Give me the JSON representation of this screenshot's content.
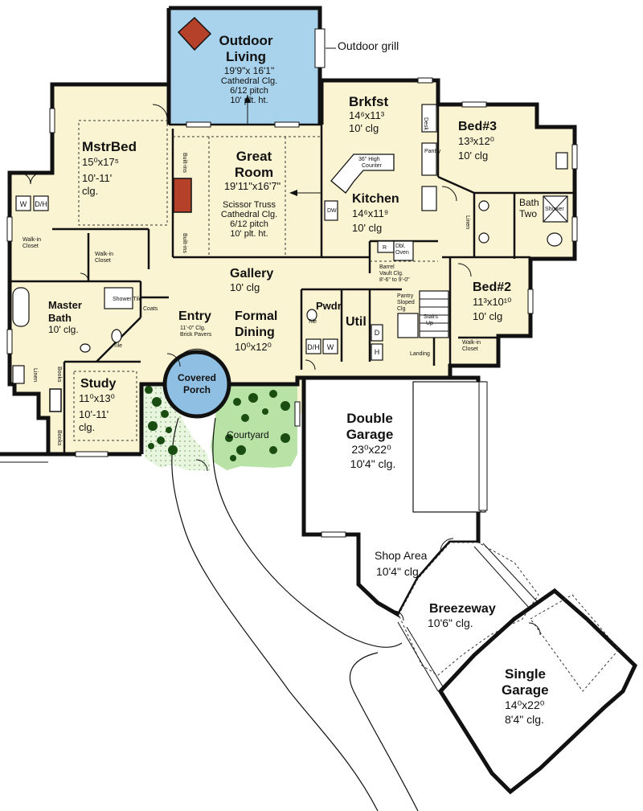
{
  "rooms": {
    "outdoor_living": {
      "name1": "Outdoor",
      "name2": "Living",
      "dims": "19'9\"x 16'1\"",
      "note1": "Cathedral Clg.",
      "note2": "6/12 pitch",
      "note3": "10' plt. ht."
    },
    "outdoor_grill": "Outdoor grill",
    "brkfst": {
      "name": "Brkfst",
      "dims": "14⁶x11³",
      "ceiling": "10' clg"
    },
    "bed3": {
      "name": "Bed#3",
      "dims": "13³x12⁰",
      "ceiling": "10' clg"
    },
    "mstr_bed": {
      "name": "MstrBed",
      "dims": "15⁰x17⁵",
      "ceiling1": "10'-11'",
      "ceiling2": "clg."
    },
    "great_room": {
      "name1": "Great",
      "name2": "Room",
      "dims": "19'11\"x16'7\"",
      "note1": "Scissor Truss",
      "note2": "Cathedral Clg.",
      "note3": "6/12 pitch",
      "note4": "10' plt. ht."
    },
    "kitchen": {
      "name": "Kitchen",
      "dims": "14⁶x11⁹",
      "ceiling": "10' clg"
    },
    "bath_two": {
      "name1": "Bath",
      "name2": "Two"
    },
    "gallery": {
      "name": "Gallery",
      "ceiling": "10' clg"
    },
    "bed2": {
      "name": "Bed#2",
      "dims": "11³x10¹⁰",
      "ceiling": "10' clg"
    },
    "master_bath": {
      "name1": "Master",
      "name2": "Bath",
      "ceiling": "10' clg."
    },
    "entry": {
      "name": "Entry",
      "note1": "11'-0\" Clg.",
      "note2": "Brick Pavers"
    },
    "formal_dining": {
      "name1": "Formal",
      "name2": "Dining",
      "dims": "10⁰x12⁰"
    },
    "pwdr": "Pwdr",
    "util": "Util",
    "covered_porch": {
      "name1": "Covered",
      "name2": "Porch"
    },
    "study": {
      "name": "Study",
      "dims": "11⁰x13⁰",
      "ceiling1": "10'-11'",
      "ceiling2": "clg."
    },
    "courtyard": "Courtyard",
    "double_garage": {
      "name1": "Double",
      "name2": "Garage",
      "dims": "23⁰x22⁰",
      "ceiling": "10'4\" clg."
    },
    "shop_area": {
      "name": "Shop Area",
      "ceiling": "10'4\" clg."
    },
    "breezeway": {
      "name": "Breezeway",
      "ceiling": "10'6\" clg."
    },
    "single_garage": {
      "name1": "Single",
      "name2": "Garage",
      "dims": "14⁰x22⁰",
      "ceiling": "8'4\" clg."
    }
  },
  "labels": {
    "walk_in_closet_1": "Walk-in",
    "walk_in_closet_2": "Closet",
    "linen": "Linen",
    "built_ins": "Built-ins",
    "pantry": "Pantry",
    "desk": "Desk",
    "dw": "DW",
    "r": "R",
    "dbl_oven_1": "Dbl.",
    "dbl_oven_2": "Oven",
    "bar_counter_1": "36\" High",
    "bar_counter_2": "Counter",
    "barrel_vault_1": "Barrel",
    "barrel_vault_2": "Vault Clg.",
    "barrel_vault_3": "8'-6\" to 9'-0\"",
    "pantry_closet_1": "Pantry",
    "pantry_closet_2": "Sloped",
    "pantry_closet_3": "Clg",
    "stairs_1": "Stairs",
    "stairs_2": "Up",
    "landing": "Landing",
    "coats": "Coats",
    "shower_tile": "Shower Tile",
    "tile": "Tile",
    "shower": "Shower",
    "books": "Books",
    "linen_short": "Linen",
    "washer": "W",
    "dryer": "D/H",
    "d": "D",
    "h": "H"
  },
  "colors": {
    "wall": "#111111",
    "interior": "#fbf4d2",
    "outdoor": "#a9d3ec",
    "porch": "#8fbfe3",
    "garden": "#b9e3a6",
    "foliage": "#1a4d12",
    "garage": "#ffffff"
  }
}
